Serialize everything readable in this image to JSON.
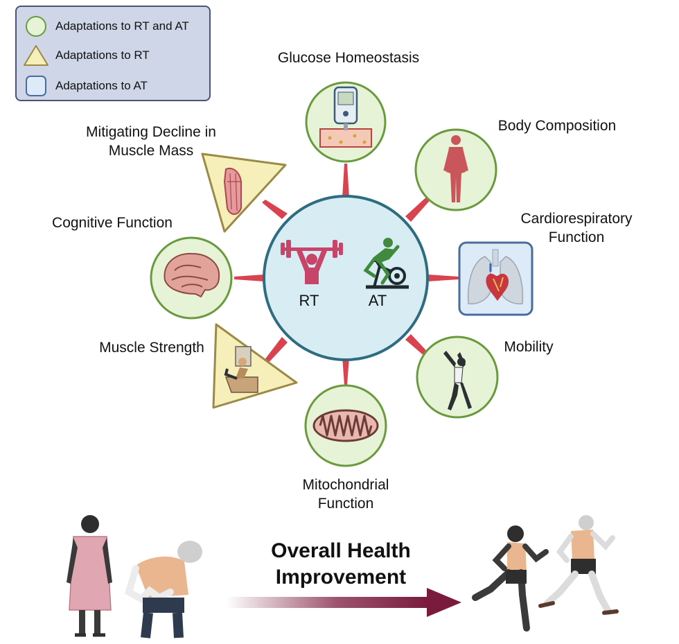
{
  "legend": {
    "items": [
      {
        "label": "Adaptations to RT and AT",
        "shape": "circle",
        "fill": "#e7f3d6",
        "stroke": "#6a9a3e"
      },
      {
        "label": "Adaptations to RT",
        "shape": "triangle",
        "fill": "#f6efb9",
        "stroke": "#9a8a46"
      },
      {
        "label": "Adaptations to AT",
        "shape": "rounded-square",
        "fill": "#dcebf7",
        "stroke": "#4a6c9c"
      }
    ]
  },
  "center": {
    "rt_label": "RT",
    "at_label": "AT",
    "fill": "#d8ecf4",
    "stroke": "#2e6c80"
  },
  "outcomes": {
    "glucose": "Glucose Homeostasis",
    "body_composition": "Body Composition",
    "cardio_line1": "Cardiorespiratory",
    "cardio_line2": "Function",
    "mobility": "Mobility",
    "mito_line1": "Mitochondrial",
    "mito_line2": "Function",
    "strength": "Muscle Strength",
    "cognitive": "Cognitive Function",
    "mass_line1": "Mitigating Decline in",
    "mass_line2": "Muscle Mass"
  },
  "headline": {
    "line1": "Overall Health",
    "line2": "Improvement"
  },
  "colors": {
    "connector": "#d9434f",
    "arrow": "#7a1a3c",
    "rt_icon": "#c8456a",
    "at_icon": "#3f8a3c"
  },
  "icons": [
    "barbell-lifter-icon",
    "stationary-bike-icon",
    "glucometer-icon",
    "anatomy-figure-icon",
    "lungs-heart-icon",
    "stretching-person-icon",
    "mitochondrion-icon",
    "leg-press-icon",
    "brain-icon",
    "muscle-fibers-icon"
  ]
}
